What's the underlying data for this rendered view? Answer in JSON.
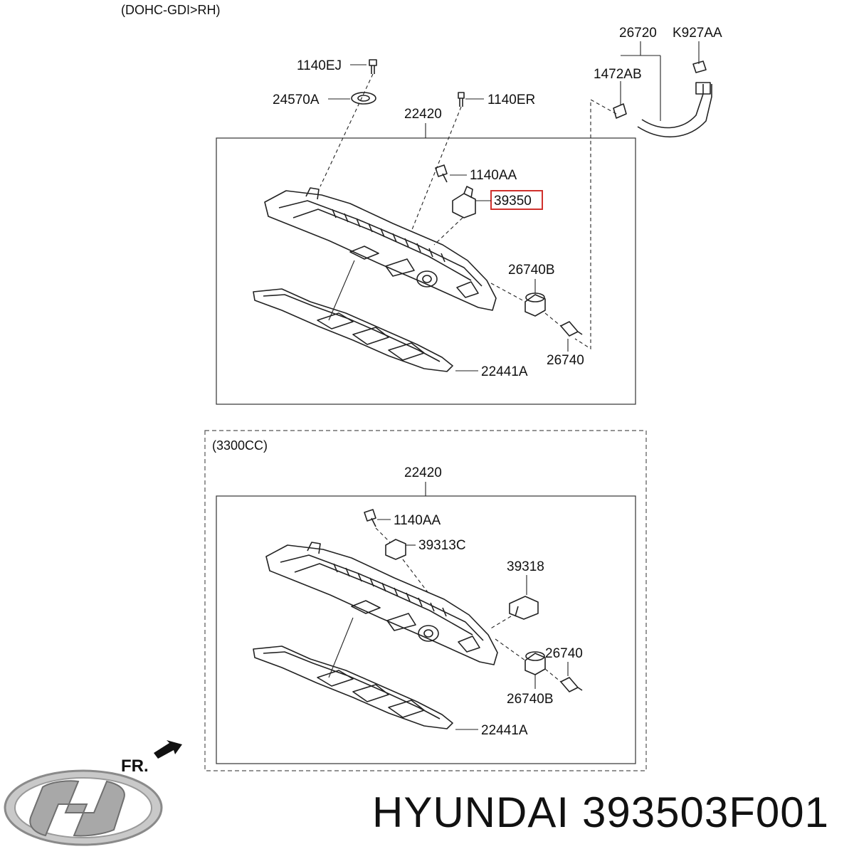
{
  "header": {
    "variant_label": "(DOHC-GDI>RH)"
  },
  "top_group": {
    "labels": {
      "bolt_1140EJ": "1140EJ",
      "seal_24570A": "24570A",
      "bolt_1140ER": "1140ER",
      "cover_22420": "22420",
      "hose_26720": "26720",
      "clamp_K927AA": "K927AA",
      "clamp_1472AB": "1472AB",
      "bolt_1140AA": "1140AA",
      "sensor_39350": "39350",
      "grommet_26740B": "26740B",
      "pcv_26740": "26740",
      "gasket_22441A": "22441A"
    }
  },
  "bottom_group": {
    "variant_label": "(3300CC)",
    "labels": {
      "cover_22420": "22420",
      "bolt_1140AA": "1140AA",
      "sensor_39313C": "39313C",
      "sensor_39318": "39318",
      "pcv_26740": "26740",
      "grommet_26740B": "26740B",
      "gasket_22441A": "22441A"
    }
  },
  "orientation": {
    "label": "FR."
  },
  "footer": {
    "brand": "HYUNDAI",
    "part_number": "393503F001"
  }
}
